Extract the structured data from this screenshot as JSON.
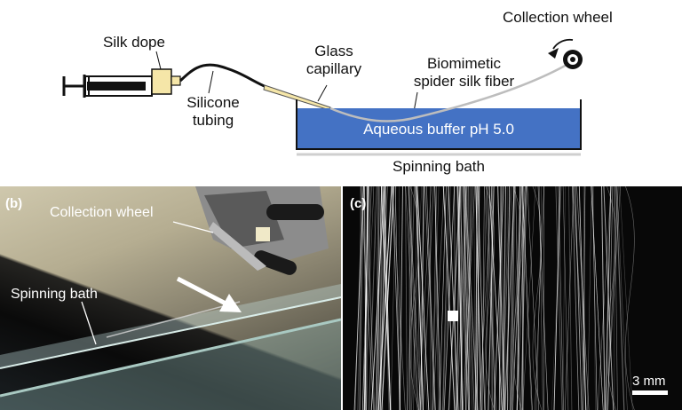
{
  "schematic": {
    "labels": {
      "silk_dope": "Silk dope",
      "silicone_tubing_line1": "Silicone",
      "silicone_tubing_line2": "tubing",
      "glass_capillary_line1": "Glass",
      "glass_capillary_line2": "capillary",
      "fiber_line1": "Biomimetic",
      "fiber_line2": "spider silk fiber",
      "collection_wheel": "Collection wheel",
      "buffer": "Aqueous buffer pH 5.0",
      "spinning_bath": "Spinning bath"
    },
    "colors": {
      "bath_fill": "#4472c4",
      "syringe_hub": "#f5e6a8",
      "tubing": "#111111",
      "fiber": "#bdbdbd"
    }
  },
  "panel_b": {
    "letter": "(b)",
    "collection_wheel": "Collection wheel",
    "spinning_bath": "Spinning bath",
    "arrow_icon": "arrow-down-right-icon"
  },
  "panel_c": {
    "letter": "(c)",
    "scale_bar": "3 mm"
  }
}
